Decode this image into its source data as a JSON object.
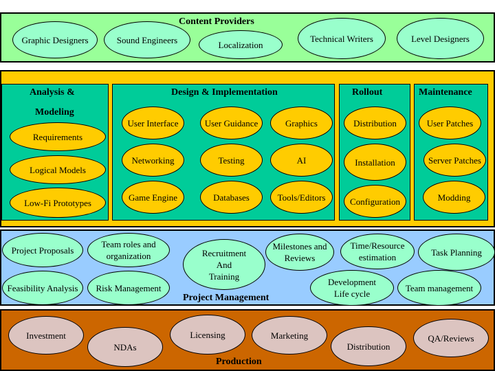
{
  "content_providers": {
    "title": "Content Providers",
    "items": [
      "Graphic Designers",
      "Sound Engineers",
      "Localization",
      "Technical Writers",
      "Level Designers"
    ]
  },
  "lifecycle": {
    "analysis": {
      "title_line1": "Analysis &",
      "title_line2": "Modeling",
      "items": [
        "Requirements",
        "Logical Models",
        "Low-Fi Prototypes"
      ]
    },
    "design": {
      "title": "Design & Implementation",
      "items": [
        "User Interface",
        "User Guidance",
        "Graphics",
        "Networking",
        "Testing",
        "AI",
        "Game Engine",
        "Databases",
        "Tools/Editors"
      ]
    },
    "rollout": {
      "title": "Rollout",
      "items": [
        "Distribution",
        "Installation",
        "Configuration"
      ]
    },
    "maintenance": {
      "title": "Maintenance",
      "items": [
        "User Patches",
        "Server Patches",
        "Modding"
      ]
    }
  },
  "project_management": {
    "title": "Project Management",
    "items": [
      "Project Proposals",
      "Team roles and\norganization",
      "Recruitment\nAnd\nTraining",
      "Milestones and\nReviews",
      "Time/Resource\nestimation",
      "Task Planning",
      "Feasibility Analysis",
      "Risk Management",
      "Development\nLife cycle",
      "Team management"
    ]
  },
  "production": {
    "title": "Production",
    "items": [
      "Investment",
      "NDAs",
      "Licensing",
      "Marketing",
      "Distribution",
      "QA/Reviews"
    ]
  },
  "colors": {
    "content_bg": "#99ff99",
    "content_node": "#99ffcc",
    "lifecycle_bg": "#ffcc00",
    "phase_bg": "#00cc99",
    "phase_node": "#ffcc00",
    "pm_bg": "#99ccff",
    "pm_node": "#99ffcc",
    "production_bg": "#cc6600",
    "production_node": "#dcc4c0"
  }
}
